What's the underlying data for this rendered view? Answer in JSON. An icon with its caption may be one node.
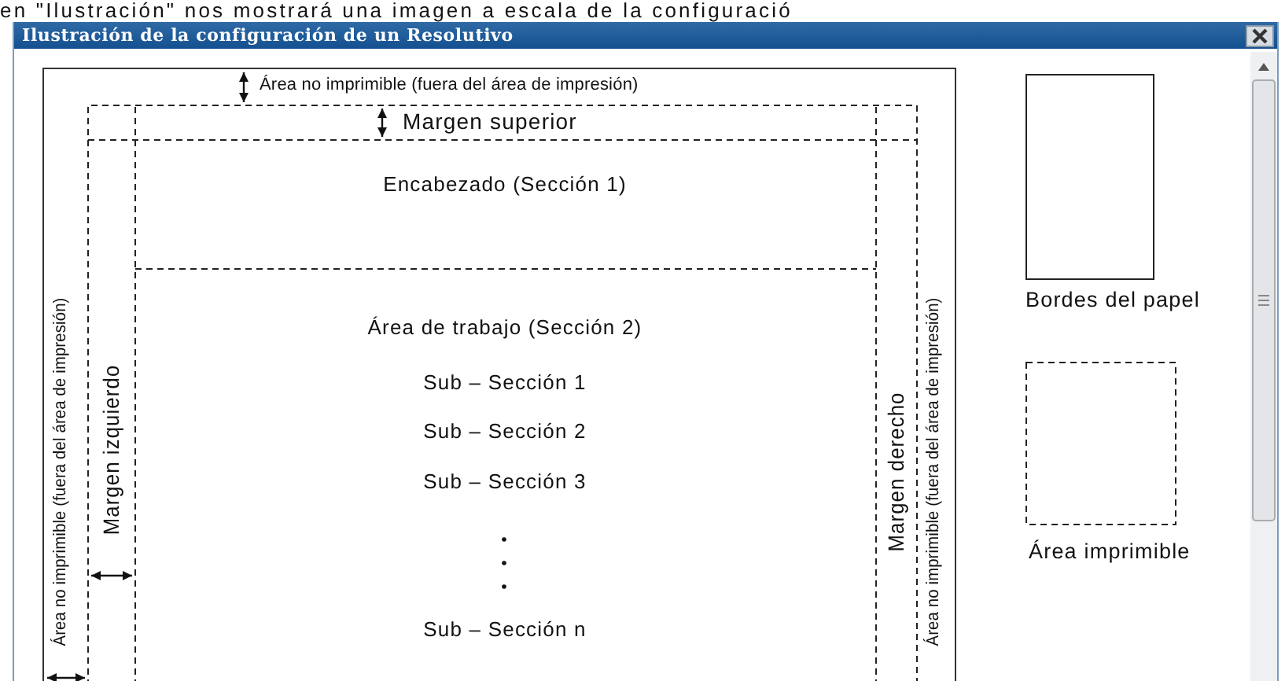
{
  "diagram": {
    "title": "Ilustración de la configuración de un Resolutivo",
    "nodes": [
      {
        "text": [],
        "shape": "box"
      },
      {
        "text": [
          "Encabezado (Sección 1)"
        ],
        "in": 0
      },
      {
        "text": [
          "Área de trabajo (Sección 2)",
          "Sub – Sección 1",
          "Sub – Sección 2",
          "Sub – Sección 3",
          "Sub – Sección n"
        ],
        "in": 0
      }
    ],
    "labels": [
      "en \"Ilustración\" nos mostrará una imagen a escala de la configuració",
      "Área no imprimible (fuera del área de impresión)",
      "Margen superior",
      "Área no imprimible (fuera del área de impresión)",
      "Margen izquierdo",
      "Margen derecho",
      "Área no imprimible (fuera del área de impresión)"
    ],
    "legend": [
      {
        "text": "Bordes del papel"
      },
      {
        "text": "Área imprimible"
      }
    ]
  }
}
